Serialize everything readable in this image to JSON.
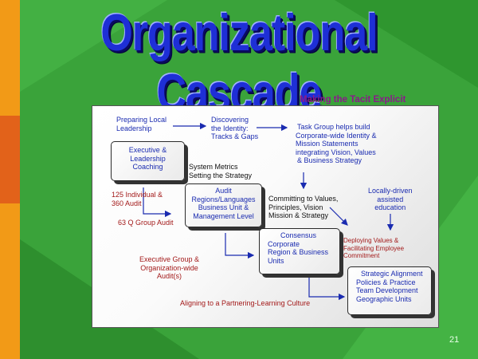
{
  "slide": {
    "title": "Organizational Cascade",
    "subtitle": "Making the Tacit Explicit",
    "page_number": "21"
  },
  "labels": {
    "preparing": [
      "Preparing Local",
      "Leadership"
    ],
    "discovering": [
      "Discovering",
      "the Identity:",
      "Tracks & Gaps"
    ],
    "taskgroup": [
      "Task Group helps build",
      "Corporate-wide Identity &",
      "Mission Statements",
      "integrating Vision, Values",
      "& Business Strategy"
    ],
    "sysmetrics": [
      "System Metrics",
      "Setting the Strategy"
    ],
    "audit125": [
      "125 Individual &",
      "360 Audit"
    ],
    "audit63": "63 Q Group Audit",
    "committing": [
      "Committing to Values,",
      "Principles, Vision",
      "Mission & Strategy"
    ],
    "locally": [
      "Locally-driven",
      "assisted",
      "education"
    ],
    "deploying": [
      "Deploying Values &",
      "Facilitating Employee",
      "Commitment"
    ],
    "execgroup": [
      "Executive Group &",
      "Organization-wide",
      "Audit(s)"
    ],
    "aligning": "Aligning to a Partnering-Learning Culture"
  },
  "boxes": {
    "exec": [
      "Executive &",
      "Leadership",
      "Coaching"
    ],
    "audit": [
      "Audit",
      "Regions/Languages",
      "Business Unit &",
      "Management Level"
    ],
    "consensus": [
      "Consensus",
      "Corporate",
      "Region  & Business",
      "Units"
    ],
    "strategic": [
      "Strategic Alignment",
      "Policies & Practice",
      "Team Development",
      "Geographic Units"
    ]
  }
}
